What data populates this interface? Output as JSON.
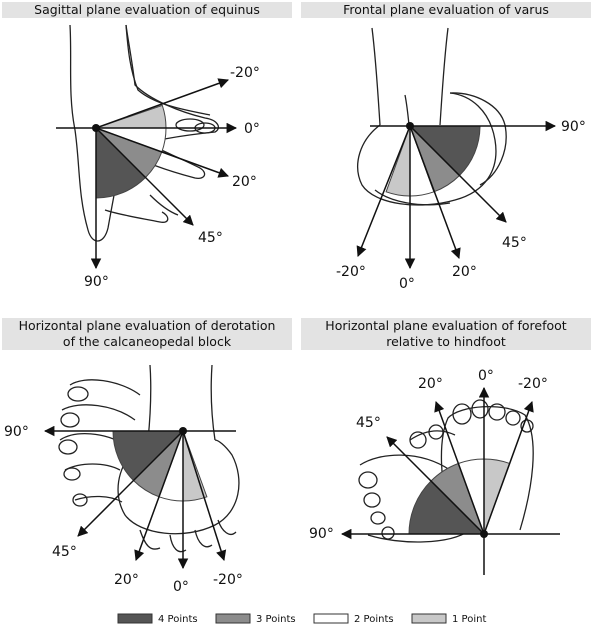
{
  "panels": [
    {
      "title": "Sagittal plane evaluation of equinus",
      "angle_labels": [
        "-20°",
        "0°",
        "20°",
        "45°",
        "90°"
      ]
    },
    {
      "title": "Frontal plane evaluation of varus",
      "angle_labels": [
        "90°",
        "45°",
        "20°",
        "0°",
        "-20°"
      ]
    },
    {
      "title_lines": [
        "Horizontal plane evaluation of derotation",
        "of the calcaneopedal block"
      ],
      "angle_labels": [
        "90°",
        "45°",
        "20°",
        "0°",
        "-20°"
      ]
    },
    {
      "title_lines": [
        "Horizontal plane evaluation of forefoot",
        "relative to hindfoot"
      ],
      "angle_labels": [
        "20°",
        "0°",
        "-20°",
        "45°",
        "90°"
      ]
    }
  ],
  "legend": [
    {
      "label": "4 Points",
      "color": "#555555"
    },
    {
      "label": "3 Points",
      "color": "#8c8c8c"
    },
    {
      "label": "2 Points",
      "color": "#ffffff"
    },
    {
      "label": "1 Point",
      "color": "#c8c8c8"
    }
  ],
  "colors": {
    "line": "#111111",
    "title_bg": "#e3e3e3"
  }
}
